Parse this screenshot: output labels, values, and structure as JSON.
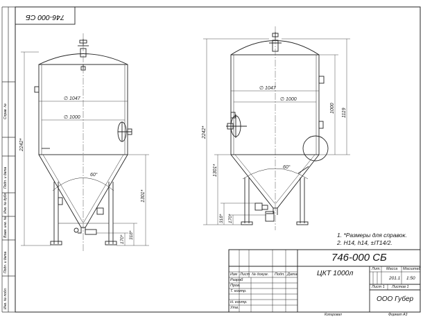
{
  "drawing": {
    "code": "746-000 СБ",
    "code_rotated": "746-000 СБ",
    "name": "ЦКТ 1000л",
    "company": "ООО Губер",
    "mass": "201.1",
    "scale": "1:50",
    "sheet": "Лист 1",
    "sheets": "Листов 1",
    "copied": "Копировал",
    "format": "Формат А3"
  },
  "notes": [
    "1.   *Размеры для справок.",
    "2.   H14, h14, ±IT14/2."
  ],
  "title_block": {
    "col_izm": "Изм",
    "col_list": "Лист",
    "col_ndoc": "№ докум.",
    "col_podp": "Подп.",
    "col_data": "Дата",
    "row_razrab": "Разраб",
    "row_prov": "Пров.",
    "row_tkontr": "Т. контр.",
    "row_nkontr": "Н. контр.",
    "row_utv": "Утв.",
    "lit": "Лит.",
    "massa": "Масса",
    "masshtab": "Масштаб"
  },
  "side_strip": {
    "sprav": "Справ. №",
    "podp_data_1": "Подп. и дата",
    "inv_dubl": "Инв. № дубл.",
    "vzam_inv": "Взам. инв. №",
    "podp_data_2": "Подп. и дата",
    "inv_podl": "Инв. № подл."
  },
  "dims_left": {
    "d1047": "∅ 1047",
    "d1000": "∅ 1000",
    "h2242": "2242*",
    "h1301": "1301*",
    "h318": "318*",
    "h170": "170*",
    "angle": "60°"
  },
  "dims_right": {
    "d1047": "∅ 1047",
    "d1000": "∅ 1000",
    "h1000": "1000",
    "h1119": "1119",
    "h2242": "2242*",
    "h1301": "1301*",
    "h318": "318*",
    "h170": "170*",
    "angle": "60°"
  }
}
